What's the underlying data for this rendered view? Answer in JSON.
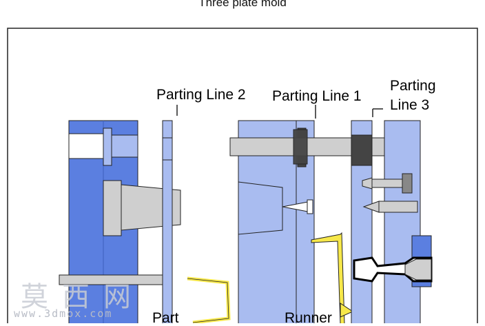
{
  "title": "Three plate mold",
  "labels": {
    "parting_line_2": "Parting Line 2",
    "parting_line_1": "Parting Line 1",
    "parting_line_3_a": "Parting",
    "parting_line_3_b": "Line 3",
    "part": "Part",
    "runner": "Runner"
  },
  "watermark": {
    "chinese": "莫西网",
    "url": "www.3dmox.com"
  },
  "colors": {
    "dark_blue": "#5b7fe0",
    "light_blue": "#a9bcf0",
    "gray": "#cfcfcf",
    "dark_gray": "#444444",
    "yellow": "#f7e84a",
    "outline": "#222222"
  }
}
